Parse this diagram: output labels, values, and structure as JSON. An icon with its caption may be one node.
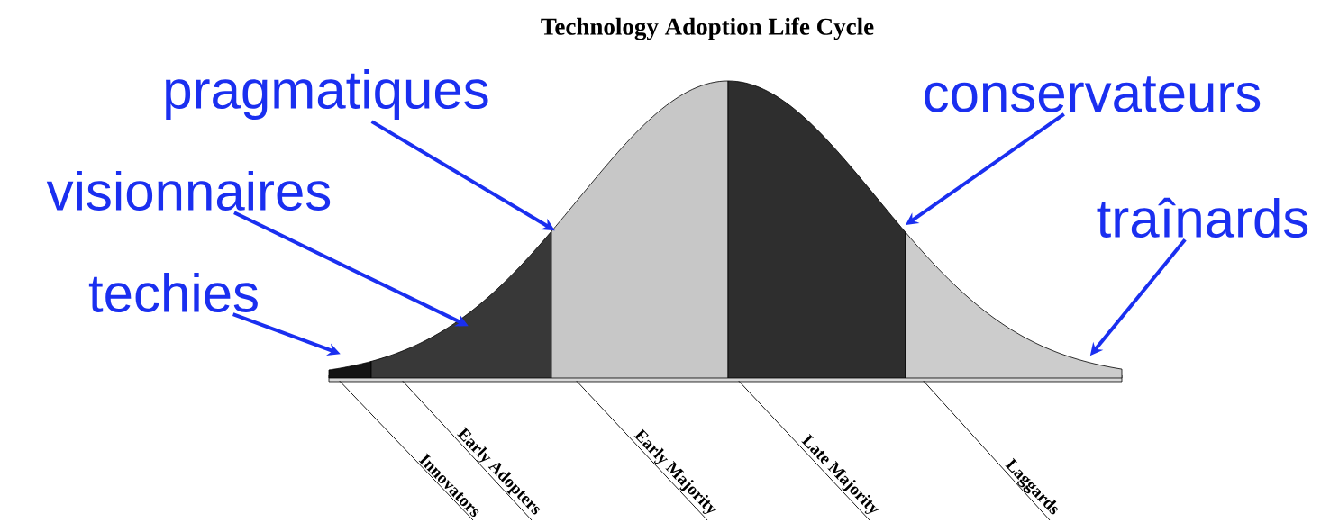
{
  "diagram": {
    "title": "Technology Adoption Life Cycle",
    "nodes": [
      {
        "text": [],
        "shape": "band"
      },
      {
        "text": [],
        "shape": "band"
      },
      {
        "text": [],
        "shape": "band"
      },
      {
        "text": [],
        "shape": "band"
      },
      {
        "text": [],
        "shape": "band"
      },
      {
        "text": [
          "techies"
        ]
      },
      {
        "text": [
          "visionnaires"
        ]
      },
      {
        "text": [
          "pragmatiques"
        ]
      },
      {
        "text": [
          "conservateurs"
        ]
      },
      {
        "text": [
          "traînards"
        ]
      },
      {
        "text": [
          "Innovators"
        ]
      },
      {
        "text": [
          "Early Adopters"
        ]
      },
      {
        "text": [
          "Early Majority"
        ]
      },
      {
        "text": [
          "Late Majority"
        ]
      },
      {
        "text": [
          "Laggards"
        ]
      }
    ],
    "edges": [
      {
        "from": 5,
        "to": 0,
        "arrow": "to",
        "style": "thick",
        "color": "#1a2ff0"
      },
      {
        "from": 6,
        "to": 1,
        "arrow": "to",
        "style": "thick",
        "color": "#1a2ff0"
      },
      {
        "from": 7,
        "to": 2,
        "arrow": "to",
        "style": "thick",
        "color": "#1a2ff0"
      },
      {
        "from": 8,
        "to": 3,
        "arrow": "to",
        "style": "thick",
        "color": "#1a2ff0"
      },
      {
        "from": 9,
        "to": 4,
        "arrow": "to",
        "style": "thick",
        "color": "#1a2ff0"
      },
      {
        "from": 10,
        "to": 0,
        "arrow": "none",
        "color": "#000000"
      },
      {
        "from": 11,
        "to": 1,
        "arrow": "none",
        "color": "#000000"
      },
      {
        "from": 12,
        "to": 2,
        "arrow": "none",
        "color": "#000000"
      },
      {
        "from": 13,
        "to": 3,
        "arrow": "none",
        "color": "#000000"
      },
      {
        "from": 14,
        "to": 4,
        "arrow": "none",
        "color": "#000000"
      }
    ]
  }
}
